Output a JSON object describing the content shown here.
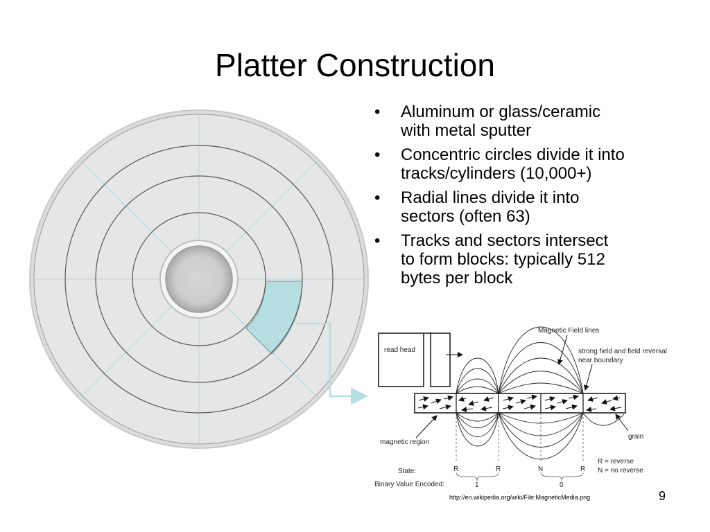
{
  "slide": {
    "title": "Platter Construction",
    "bullets": [
      {
        "line1": "Aluminum or glass/ceramic",
        "line2": "with metal sputter"
      },
      {
        "line1": "Concentric circles divide it into",
        "line2": "tracks/cylinders (10,000+)"
      },
      {
        "line1": "Radial lines divide it into",
        "line2": "sectors (often 63)"
      },
      {
        "line1": "Tracks and sectors intersect",
        "line2": "to form blocks: typically 512",
        "line3": "bytes per block"
      }
    ],
    "source": "http://en.wikipedia.org/wiki/File:MagneticMedia.png",
    "page_number": "9"
  },
  "diagram": {
    "read_head": "read head",
    "magnetic_field_lines": "Magnetic Field lines",
    "strong_field_line1": "strong field and field reversal",
    "strong_field_line2": "near boundary",
    "magnetic_region": "magnetic region",
    "grain": "grain",
    "state_label": "State:",
    "binary_label": "Binary Value Encoded:",
    "states": [
      "R",
      "R",
      "N",
      "R"
    ],
    "bits": [
      "1",
      "0"
    ],
    "legend_r": "R = reverse",
    "legend_n": "N = no reverse"
  },
  "colors": {
    "platter_fill": "#e6e6e6",
    "track_line": "#555555",
    "sector_line": "#b7dde0",
    "block_highlight": "#b6dde0",
    "spindle": "#cfcfcf"
  }
}
